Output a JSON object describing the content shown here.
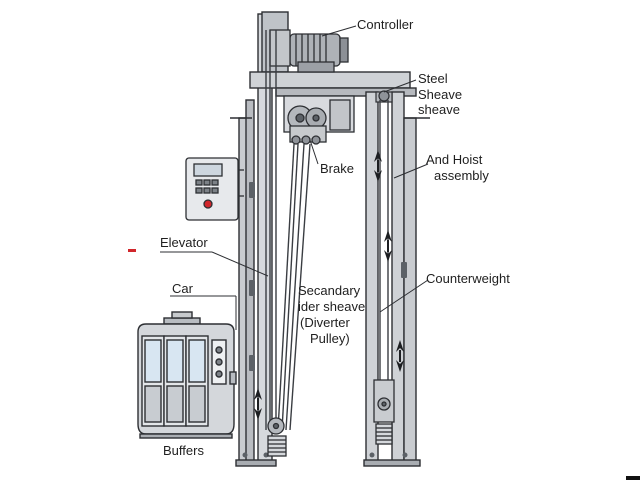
{
  "labels": {
    "controller": "Controller",
    "steel_1": "Steel",
    "steel_2": "Sheave",
    "steel_3": "sheave",
    "brake": "Brake",
    "hoist_1": "And Hoist",
    "hoist_2": "assembly",
    "elevator": "Elevator",
    "counterweight": "Counterweight",
    "car": "Car",
    "secondary_1": "Secandary",
    "secondary_2": "ider sheave",
    "secondary_3": "(Diverter",
    "secondary_4": "Pulley)",
    "buffers": "Buffers"
  },
  "colors": {
    "steel_frame": "#c9ccd0",
    "steel_dark": "#5c6167",
    "outline": "#2d2f33",
    "panel": "#e7e9ec",
    "glass": "#d8e6f2",
    "accent_red": "#d1262b"
  },
  "icons": {
    "motor": "electric-motor-icon",
    "control_panel": "control-panel-icon",
    "pulley": "pulley-icon",
    "spring": "spring-buffer-icon",
    "guide_arrow": "double-arrow-icon"
  }
}
